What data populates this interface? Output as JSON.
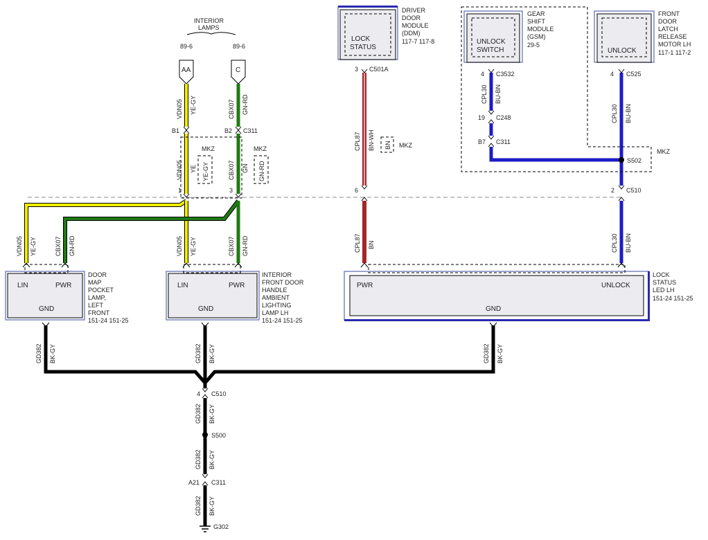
{
  "interior_lamps": {
    "label_line1": "INTERIOR",
    "label_line2": "LAMPS",
    "ref_left": "89-6",
    "ref_right": "89-6",
    "conn_left": "AA",
    "conn_right": "C"
  },
  "ddm": {
    "line1": "DRIVER",
    "line2": "DOOR",
    "line3": "MODULE",
    "line4": "(DDM)",
    "refs": "117-7   117-8",
    "inner1": "LOCK",
    "inner2": "STATUS",
    "pin": "3",
    "conn": "C501A"
  },
  "gsm": {
    "line1": "GEAR",
    "line2": "SHIFT",
    "line3": "MODULE",
    "line4": "(GSM)",
    "refs": "29-5",
    "inner1": "UNLOCK",
    "inner2": "SWITCH"
  },
  "latch": {
    "line1": "FRONT",
    "line2": "DOOR",
    "line3": "LATCH",
    "line4": "RELEASE",
    "line5": "MOTOR LH",
    "refs": "117-1   117-2",
    "inner": "UNLOCK",
    "pin": "4",
    "conn": "C525"
  },
  "wire_yellow": {
    "circuit": "VDN05",
    "color_top": "YE-GY",
    "color_mkz": "YE",
    "color_bottom": "YE-GY"
  },
  "wire_green": {
    "circuit": "CBX07",
    "color_top": "GN-RD",
    "color_mkz": "GN",
    "color_bottom": "GN-RD"
  },
  "wire_red": {
    "circuit": "CPL87",
    "color_top": "BN-WH",
    "color_bottom": "BN",
    "mkz_alt": "BN"
  },
  "wire_blue": {
    "circuit": "CPL30",
    "color": "BU-BN"
  },
  "wire_ground": {
    "circuit": "GD382",
    "color": "BK-GY"
  },
  "connectors": {
    "b1": "B1",
    "b2": "B2",
    "c311": "C311",
    "pin1": "1",
    "pin3": "3",
    "pin6": "6",
    "pin2": "2",
    "c510": "C510",
    "gsm_pin": "4",
    "c3532": "C3532",
    "pin19": "19",
    "c248": "C248",
    "pinb7": "B7",
    "c311b": "C311",
    "s502": "S502",
    "mkz": "MKZ",
    "gnd_pin": "4",
    "gnd_c510": "C510",
    "s500": "S500",
    "a21": "A21",
    "gnd_c311": "C311",
    "g302": "G302"
  },
  "mkz_labels": {
    "yellow": "MKZ",
    "green": "MKZ",
    "red": "MKZ",
    "alt_yellow": "YE-GY",
    "alt_green": "GN-RD"
  },
  "door_map_lamp": {
    "pin_lin": "LIN",
    "pin_pwr": "PWR",
    "pin_gnd": "GND",
    "line1": "DOOR",
    "line2": "MAP",
    "line3": "POCKET",
    "line4": "LAMP,",
    "line5": "LEFT",
    "line6": "FRONT",
    "refs": "151-24   151-25"
  },
  "handle_lamp": {
    "pin_lin": "LIN",
    "pin_pwr": "PWR",
    "pin_gnd": "GND",
    "line1": "INTERIOR",
    "line2": "FRONT DOOR",
    "line3": "HANDLE",
    "line4": "AMBIENT",
    "line5": "LIGHTING",
    "line6": "LAMP LH",
    "refs": "151-24   151-25"
  },
  "led": {
    "pin_pwr": "PWR",
    "pin_unlock": "UNLOCK",
    "pin_gnd": "GND",
    "line1": "LOCK",
    "line2": "STATUS",
    "line3": "LED LH",
    "refs": "151-24   151-25"
  },
  "colors": {
    "yellow": "#f2ee00",
    "green": "#1f7a12",
    "red": "#a4262c",
    "blue": "#1c1cc8",
    "black": "#111111",
    "frame": "#7c86c0"
  }
}
